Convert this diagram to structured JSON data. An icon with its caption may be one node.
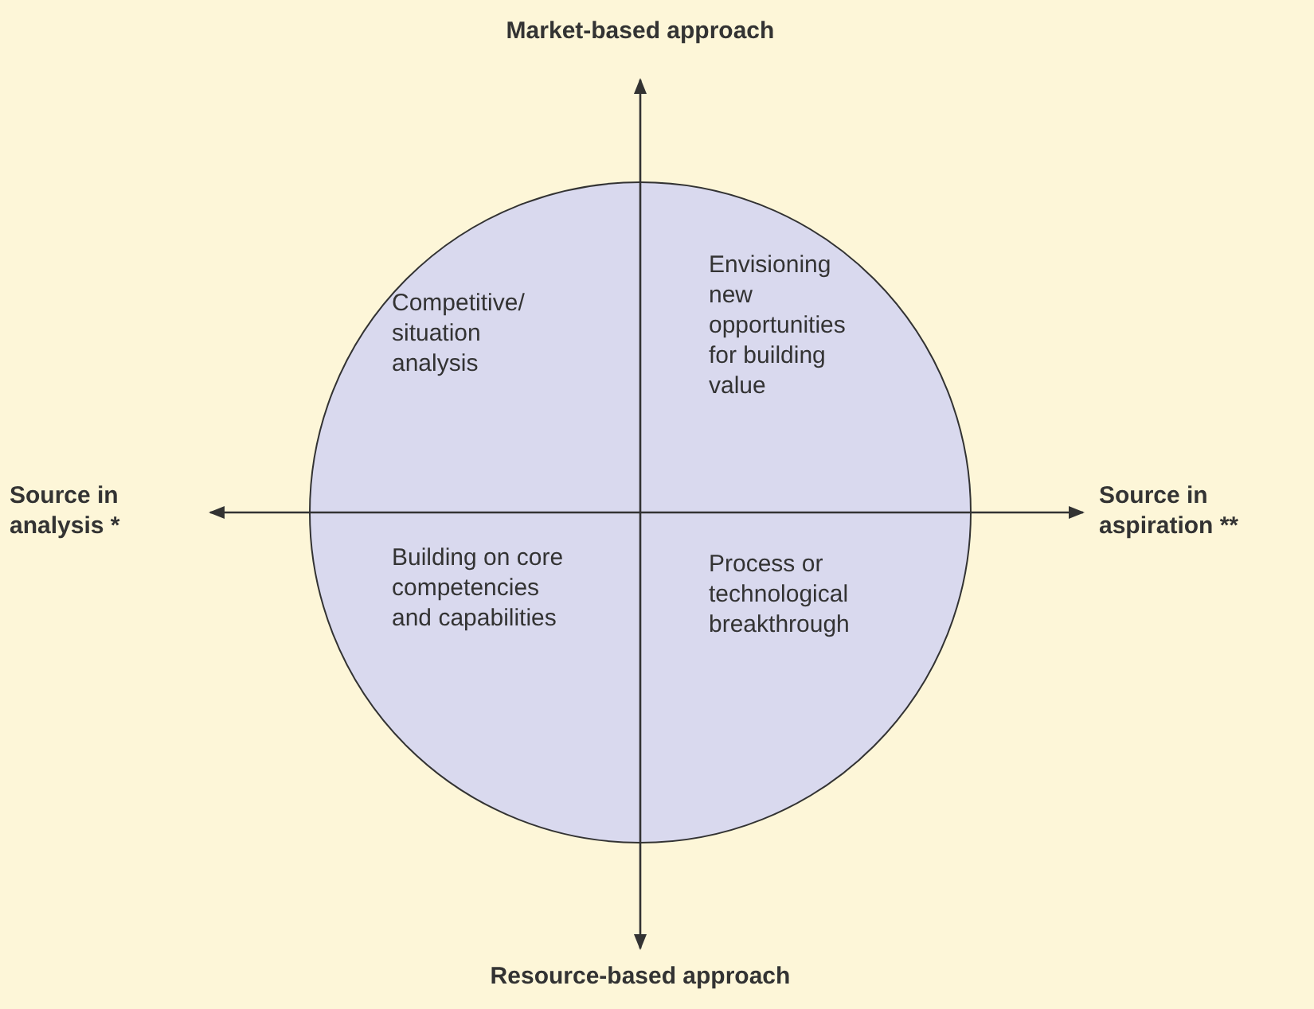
{
  "diagram": {
    "nodes": [
      {
        "text": [
          "Competitive/ situation analysis",
          "Envisioning new opportunities for building value",
          "Building on core competencies and capabilities",
          "Process or technological breakthrough"
        ]
      }
    ],
    "labels": [
      "Market-based approach",
      "Source in analysis *",
      "Source in aspiration **",
      "Resource-based approach"
    ]
  }
}
